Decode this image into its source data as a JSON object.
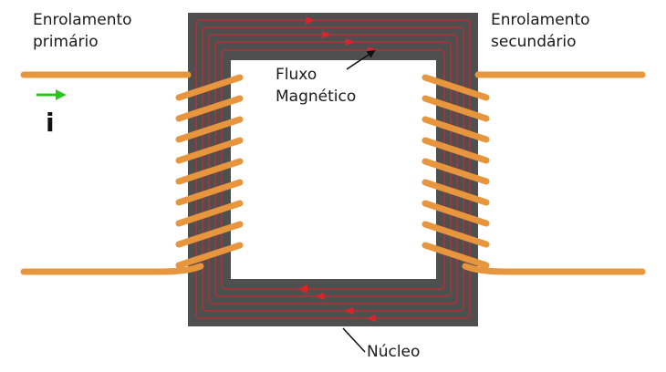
{
  "labels": {
    "primary_line1": "Enrolamento",
    "primary_line2": "primário",
    "secondary_line1": "Enrolamento",
    "secondary_line2": "secundário",
    "flux_line1": "Fluxo",
    "flux_line2": "Magnético",
    "core": "Núcleo",
    "current": "i"
  },
  "colors": {
    "core": "#4f4f4f",
    "winding": "#e8963e",
    "flux": "#e0232a",
    "current_arrow": "#2cc41d",
    "text": "#1a1a1a"
  }
}
